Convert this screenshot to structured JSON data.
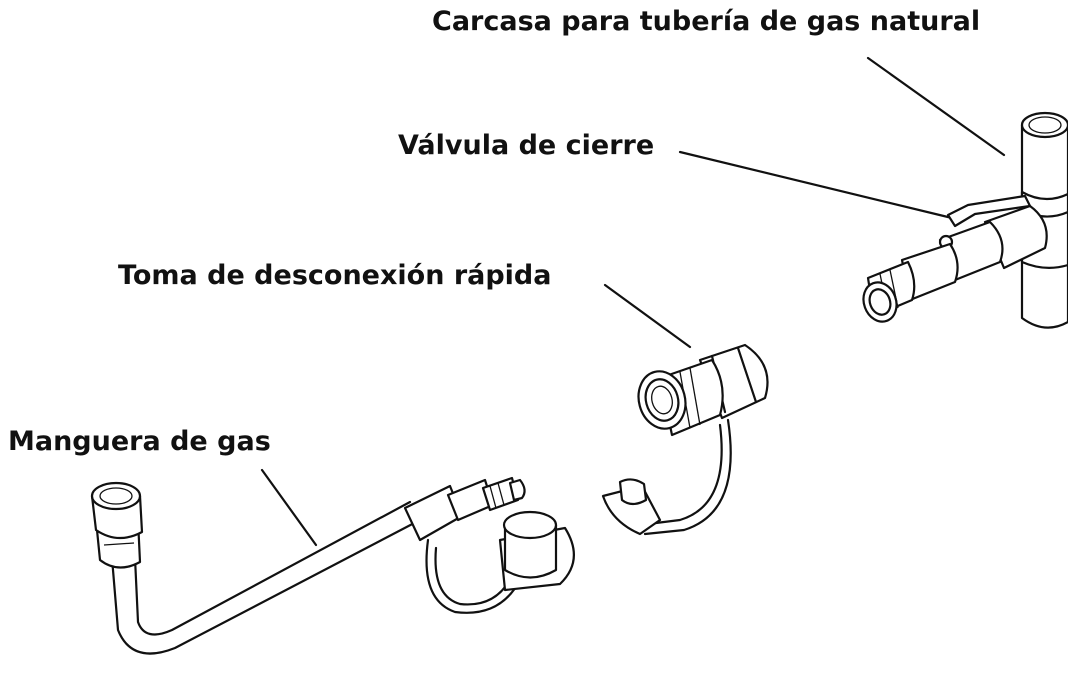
{
  "callouts": {
    "housing": "Carcasa para tubería de gas natural",
    "valve": "Válvula de cierre",
    "socket": "Toma de desconexión rápida",
    "hose": "Manguera de gas"
  },
  "colors": {
    "ink": "#111111",
    "background": "#ffffff"
  }
}
